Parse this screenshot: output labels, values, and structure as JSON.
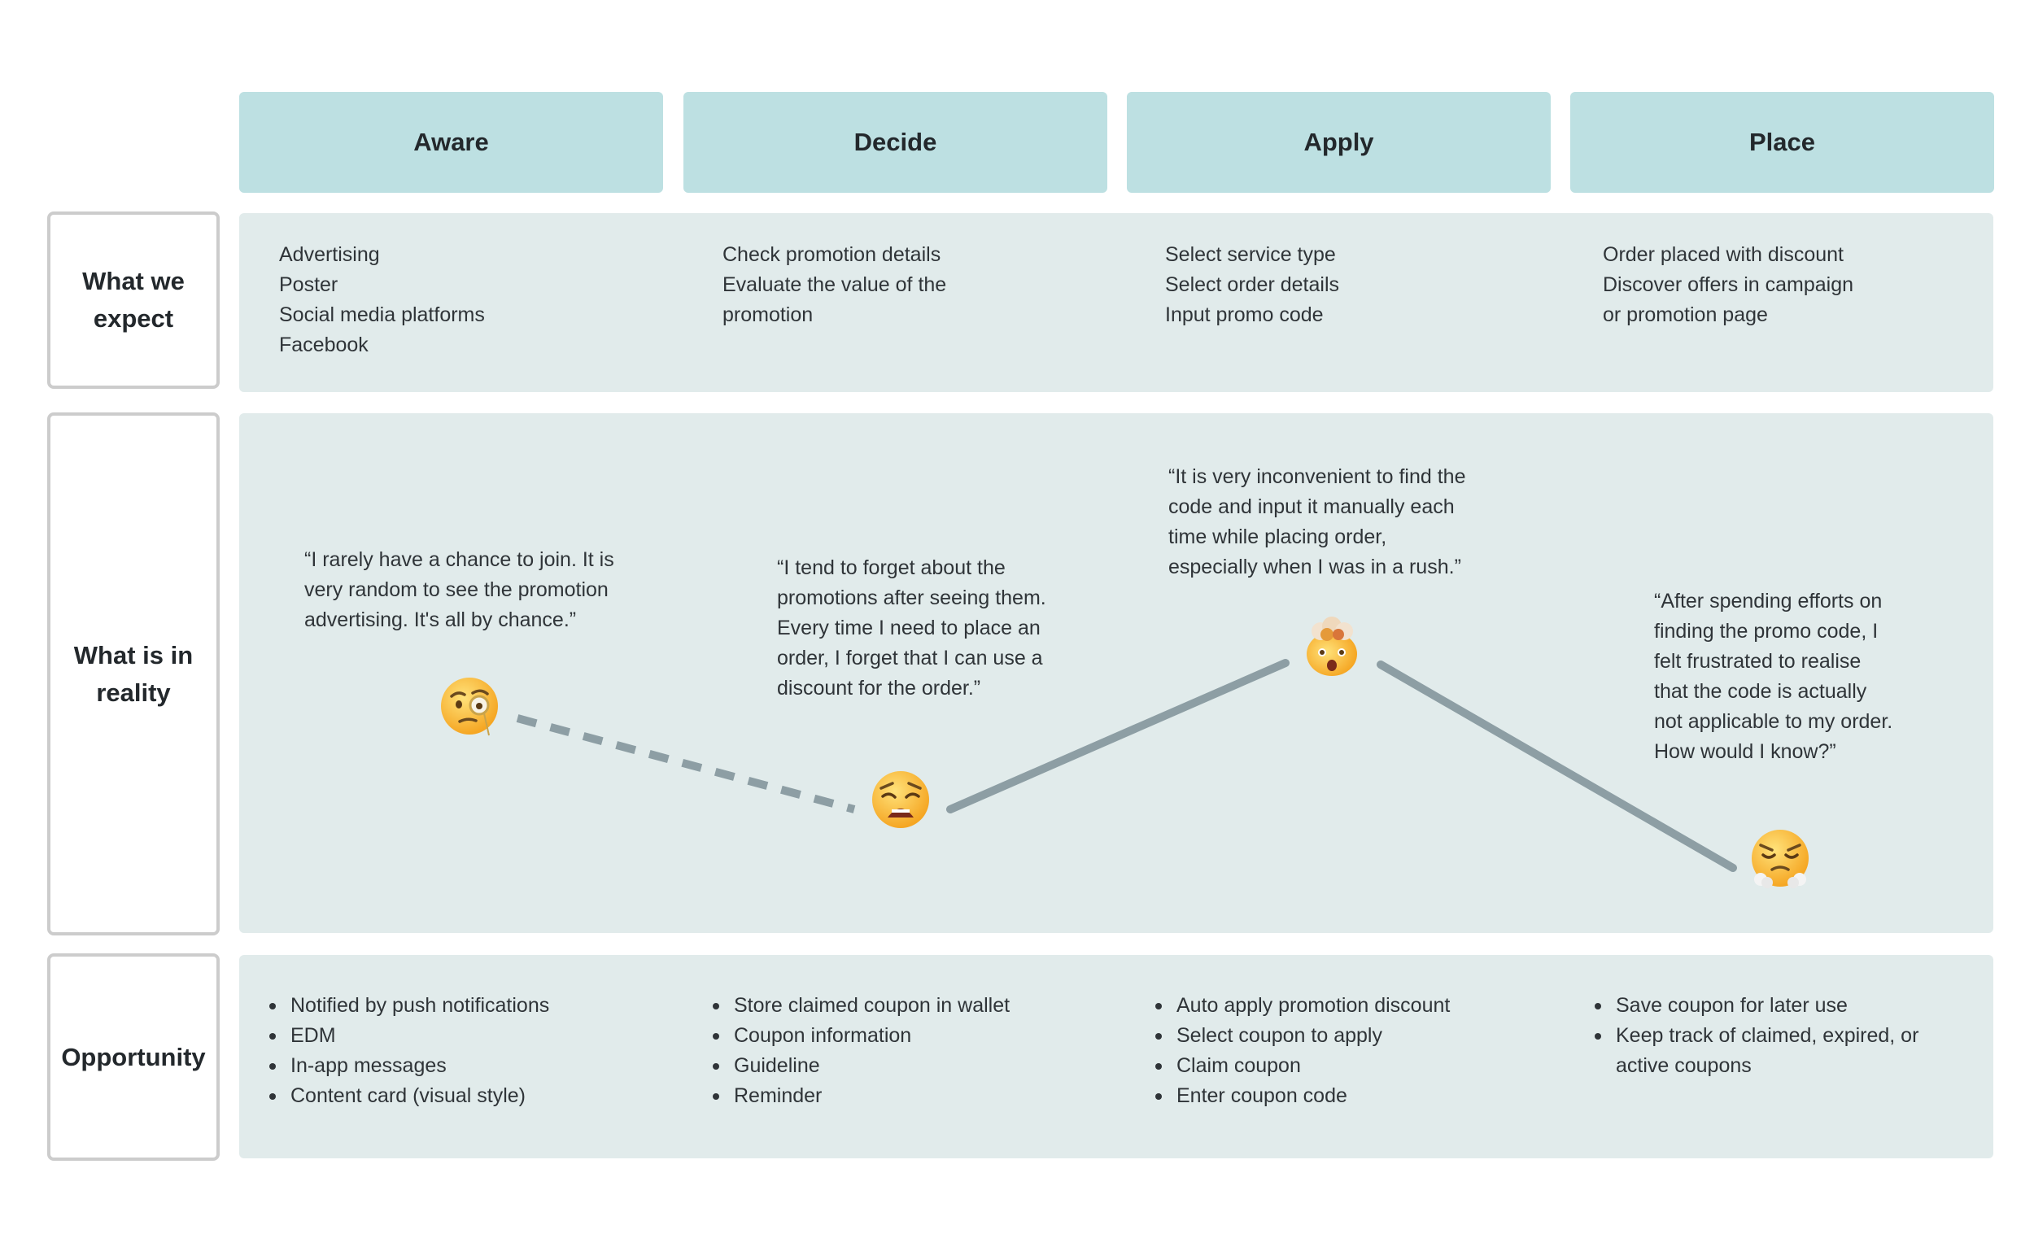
{
  "stages": [
    "Aware",
    "Decide",
    "Apply",
    "Place"
  ],
  "row_labels": {
    "expect": [
      "What we",
      "expect"
    ],
    "reality": [
      "What is in",
      "reality"
    ],
    "opportunity": [
      "Opportunity"
    ]
  },
  "expect": [
    [
      "Advertising",
      "Poster",
      "Social media platforms",
      "Facebook"
    ],
    [
      "Check promotion details",
      "Evaluate the value of the",
      "promotion"
    ],
    [
      "Select service type",
      "Select order details",
      "Input promo code"
    ],
    [
      "Order placed with discount",
      "Discover offers in campaign",
      "or promotion page"
    ]
  ],
  "reality": [
    {
      "emoji": "monocle-face-icon",
      "quote": [
        "“I rarely have a chance to join. It is",
        "very random to see the promotion",
        "advertising. It's all by chance.”"
      ]
    },
    {
      "emoji": "weary-face-icon",
      "quote": [
        "“I tend to forget about the",
        "promotions after seeing them.",
        "Every time I need to place an",
        "order, I forget that I can use a",
        "discount for the order.”"
      ]
    },
    {
      "emoji": "exploding-head-icon",
      "quote": [
        "“It is very inconvenient to find the",
        "code and input it manually each",
        "time while placing order,",
        "especially when I was in a rush.”"
      ]
    },
    {
      "emoji": "face-with-steam-icon",
      "quote": [
        "“After spending efforts on",
        "finding the promo code, I",
        "felt frustrated to realise",
        "that the code is actually",
        "not applicable to my order.",
        "How would I know?”"
      ]
    }
  ],
  "opportunity": [
    [
      "Notified by push notifications",
      "EDM",
      "In-app messages",
      "Content card (visual style)"
    ],
    [
      "Store claimed coupon in wallet",
      "Coupon information",
      "Guideline",
      "Reminder"
    ],
    [
      "Auto apply promotion discount",
      "Select coupon to apply",
      "Claim coupon",
      "Enter coupon code"
    ],
    [
      "Save coupon for later use",
      "Keep track of claimed, expired, or",
      "active coupons"
    ]
  ],
  "colors": {
    "stage_header": "#bde0e2",
    "panel": "#e1ebeb",
    "curve": "#8d9ea4",
    "label_border": "#cccccc"
  }
}
